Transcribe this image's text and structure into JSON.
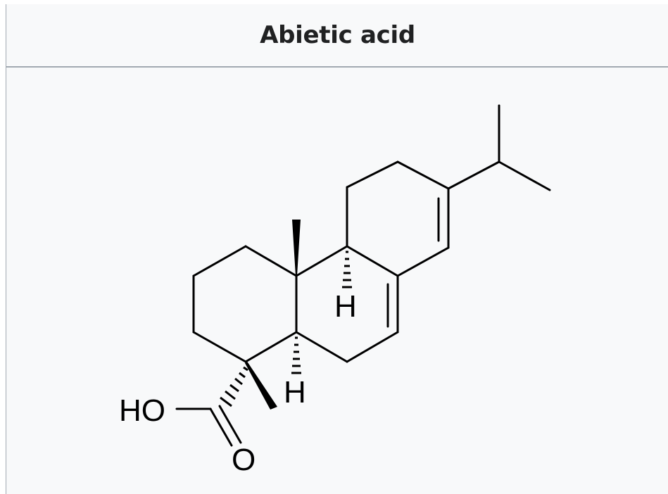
{
  "infobox": {
    "title": "Abietic acid"
  },
  "structure": {
    "atom_labels": {
      "hydroxyl": "HO",
      "carbonyl_oxygen": "O",
      "hydrogen_c9": "H",
      "hydrogen_c5": "H"
    },
    "colors": {
      "bond": "#000000",
      "background": "#f8f9fa",
      "border": "#a2a9b1"
    }
  }
}
